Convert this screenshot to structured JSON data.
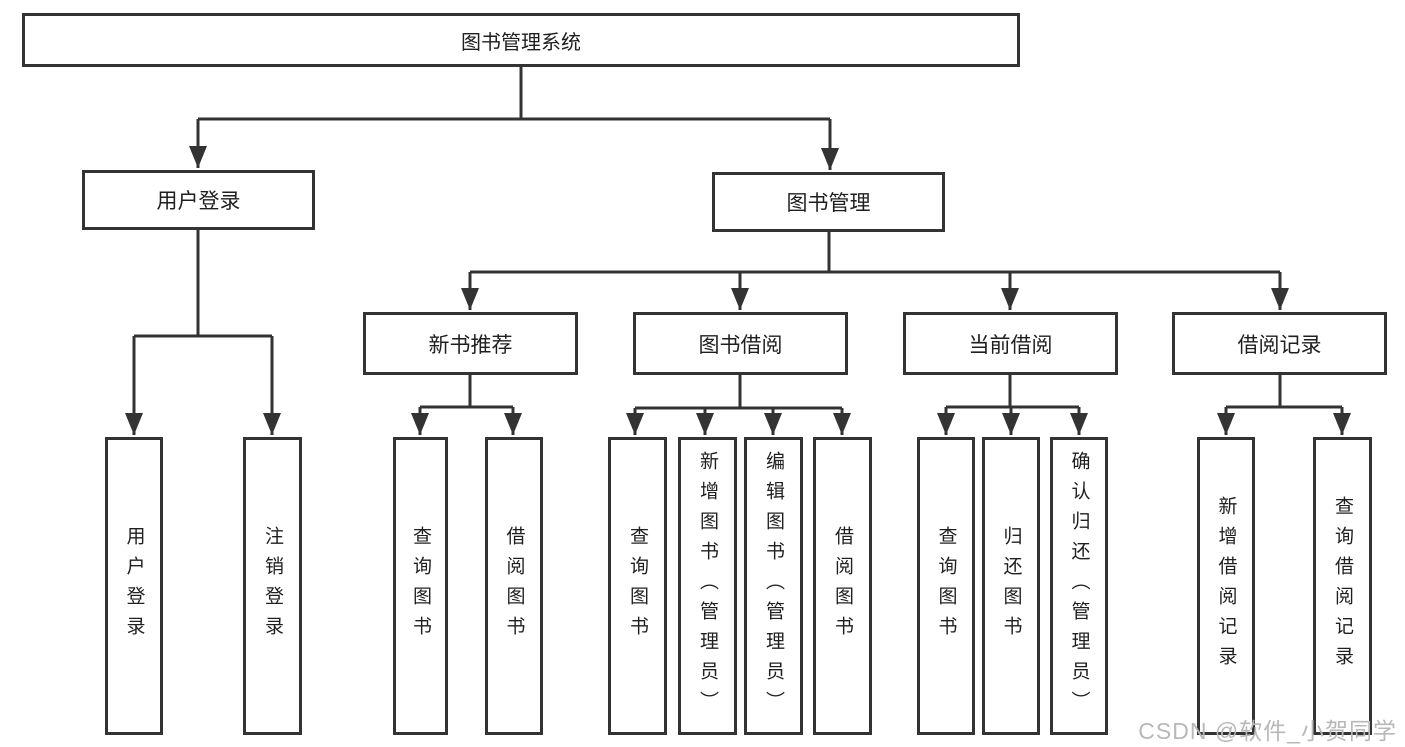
{
  "tree": {
    "root": {
      "label": "图书管理系统",
      "children": [
        {
          "label": "用户登录",
          "children": [
            {
              "label": "用户登录"
            },
            {
              "label": "注销登录"
            }
          ]
        },
        {
          "label": "图书管理",
          "children": [
            {
              "label": "新书推荐",
              "children": [
                {
                  "label": "查询图书"
                },
                {
                  "label": "借阅图书"
                }
              ]
            },
            {
              "label": "图书借阅",
              "children": [
                {
                  "label": "查询图书"
                },
                {
                  "label": "新增图书（管理员）"
                },
                {
                  "label": "编辑图书（管理员）"
                },
                {
                  "label": "借阅图书"
                }
              ]
            },
            {
              "label": "当前借阅",
              "children": [
                {
                  "label": "查询图书"
                },
                {
                  "label": "归还图书"
                },
                {
                  "label": "确认归还（管理员）"
                }
              ]
            },
            {
              "label": "借阅记录",
              "children": [
                {
                  "label": "新增借阅记录"
                },
                {
                  "label": "查询借阅记录"
                }
              ]
            }
          ]
        }
      ]
    }
  },
  "watermark": {
    "text": "CSDN @软件_小贺同学"
  },
  "colors": {
    "line": "#333333",
    "box_border": "#333333",
    "text": "#1f1f1f",
    "watermark": "#b8b8b8",
    "background": "#ffffff"
  }
}
